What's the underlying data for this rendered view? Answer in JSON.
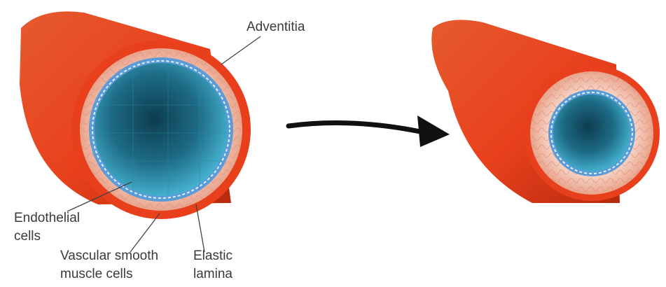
{
  "labels": {
    "adventitia": "Adventitia",
    "endothelial_1": "Endothelial",
    "endothelial_2": "cells",
    "vsmc_1": "Vascular smooth",
    "vsmc_2": "muscle cells",
    "elastic_1": "Elastic",
    "elastic_2": "lamina"
  },
  "colors": {
    "adventitia": "#e8401c",
    "adventitia_dark": "#b52a0d",
    "media": "#f2c4b4",
    "elastic_lamina": "#5a9bd8",
    "lumen_dark": "#0d3c4e",
    "lumen_light": "#3fa9c6",
    "arrow": "#111111",
    "leader": "#444444"
  }
}
